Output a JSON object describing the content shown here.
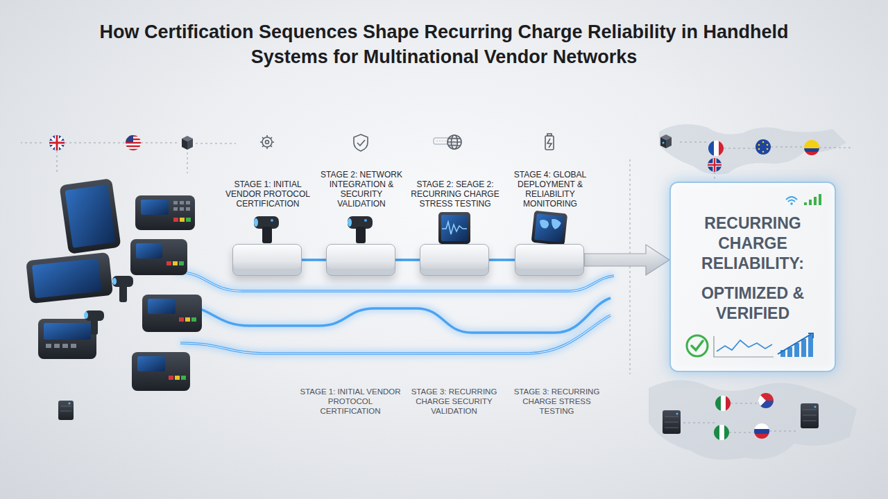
{
  "diagram": {
    "title": "How Certification Sequences Shape Recurring Charge Reliability in Handheld Systems for Multinational Vendor Networks",
    "nodes": [
      {
        "text": [
          "STAGE 1: INITIAL VENDOR PROTOCOL CERTIFICATION"
        ]
      },
      {
        "text": [
          "STAGE 2: NETWORK INTEGRATION & SECURITY VALIDATION"
        ]
      },
      {
        "text": [
          "STAGE 2: SEAGE 2: RECURRING CHARGE STRESS TESTING"
        ]
      },
      {
        "text": [
          "STAGE 4: GLOBAL DEPLOYMENT & RELIABILITY MONITORING"
        ]
      },
      {
        "text": [
          "RECURRING CHARGE RELIABILITY:",
          "OPTIMIZED & VERIFIED"
        ]
      }
    ],
    "edges": [
      {
        "from": 0,
        "to": 1,
        "arrow": "none"
      },
      {
        "from": 1,
        "to": 2,
        "arrow": "none"
      },
      {
        "from": 2,
        "to": 3,
        "arrow": "none"
      },
      {
        "from": 3,
        "to": 4,
        "arrow": "to"
      }
    ],
    "labels": [
      "STAGE 1: INITIAL VENDOR PROTOCOL CERTIFICATION",
      "STAGE 3: RECURRING CHARGE SECURITY VALIDATION",
      "STAGE 3: RECURRING CHARGE STRESS TESTING"
    ]
  }
}
